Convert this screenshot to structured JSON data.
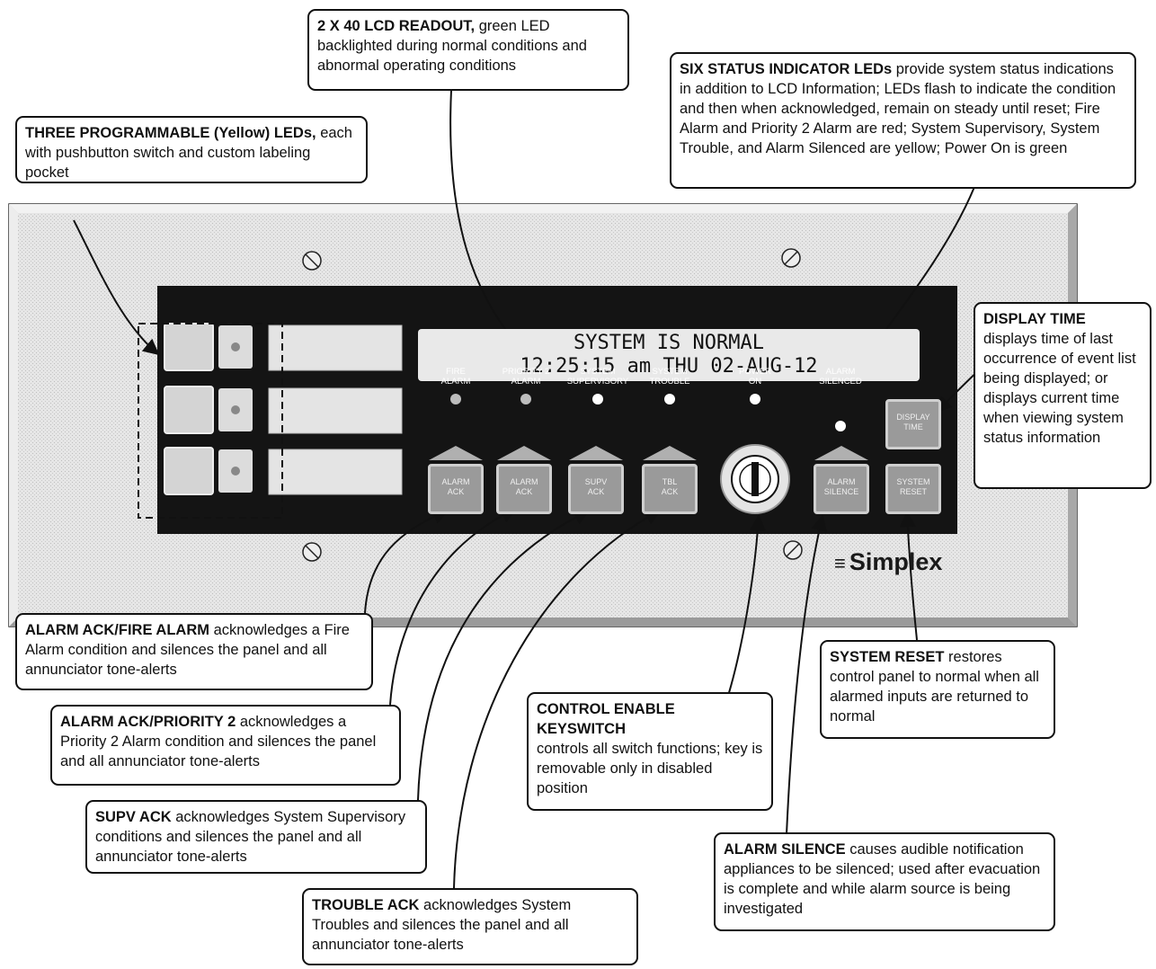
{
  "lcd": {
    "line1": "SYSTEM IS NORMAL",
    "line2": "12:25:15 am THU 02-AUG-12"
  },
  "led_labels": [
    {
      "line1": "FIRE",
      "line2": "ALARM"
    },
    {
      "line1": "PRIORITY 2",
      "line2": "ALARM"
    },
    {
      "line1": "SYSTEM",
      "line2": "SUPERVISORY"
    },
    {
      "line1": "SYSTEM",
      "line2": "TROUBLE"
    },
    {
      "line1": "POWER",
      "line2": "ON"
    },
    {
      "line1": "ALARM",
      "line2": "SILENCED"
    }
  ],
  "buttons": [
    {
      "line1": "ALARM",
      "line2": "ACK"
    },
    {
      "line1": "ALARM",
      "line2": "ACK"
    },
    {
      "line1": "SUPV",
      "line2": "ACK"
    },
    {
      "line1": "TBL",
      "line2": "ACK"
    },
    {
      "line1": "ALARM",
      "line2": "SILENCE"
    },
    {
      "line1": "SYSTEM",
      "line2": "RESET"
    },
    {
      "line1": "DISPLAY",
      "line2": "TIME"
    }
  ],
  "brand": "Simplex",
  "callouts": {
    "lcd_readout": {
      "bold": "2 X 40 LCD READOUT,",
      "text": " green LED backlighted during normal conditions and abnormal operating conditions"
    },
    "programmable": {
      "bold": "THREE PROGRAMMABLE (Yellow) LEDs,",
      "text": " each with pushbutton switch and custom labeling pocket"
    },
    "status_leds": {
      "bold": "SIX STATUS INDICATOR LEDs",
      "text": " provide system status indications in addition to LCD Information; LEDs flash to indicate the condition and then when acknowledged, remain on steady until reset; Fire Alarm and Priority 2 Alarm are red; System Supervisory, System Trouble, and Alarm Silenced are yellow; Power On is green"
    },
    "display_time": {
      "bold": "DISPLAY TIME",
      "text": "displays time of last occurrence of event list being displayed; or displays current time when viewing system status information"
    },
    "alarm_ack_fire": {
      "bold": "ALARM ACK/FIRE ALARM",
      "text": " acknowledges a Fire Alarm condition and silences the panel and all annunciator tone-alerts"
    },
    "alarm_ack_p2": {
      "bold": "ALARM ACK/PRIORITY 2",
      "text": " acknowledges a Priority 2 Alarm condition and silences the panel and all annunciator tone-alerts"
    },
    "supv_ack": {
      "bold": "SUPV ACK",
      "text": " acknowledges System Supervisory conditions and silences the panel and all annunciator tone-alerts"
    },
    "trouble_ack": {
      "bold": "TROUBLE ACK",
      "text": " acknowledges System Troubles and silences the panel and all annunciator tone-alerts"
    },
    "keyswitch": {
      "bold": "CONTROL ENABLE KEYSWITCH",
      "text": "controls all switch functions; key is removable only in disabled position"
    },
    "system_reset": {
      "bold": "SYSTEM RESET",
      "text": " restores control panel to normal when all alarmed inputs are returned to normal"
    },
    "alarm_silence": {
      "bold": "ALARM SILENCE",
      "text": " causes audible notification appliances to be silenced; used after evacuation is complete and while alarm source is being investigated"
    }
  }
}
